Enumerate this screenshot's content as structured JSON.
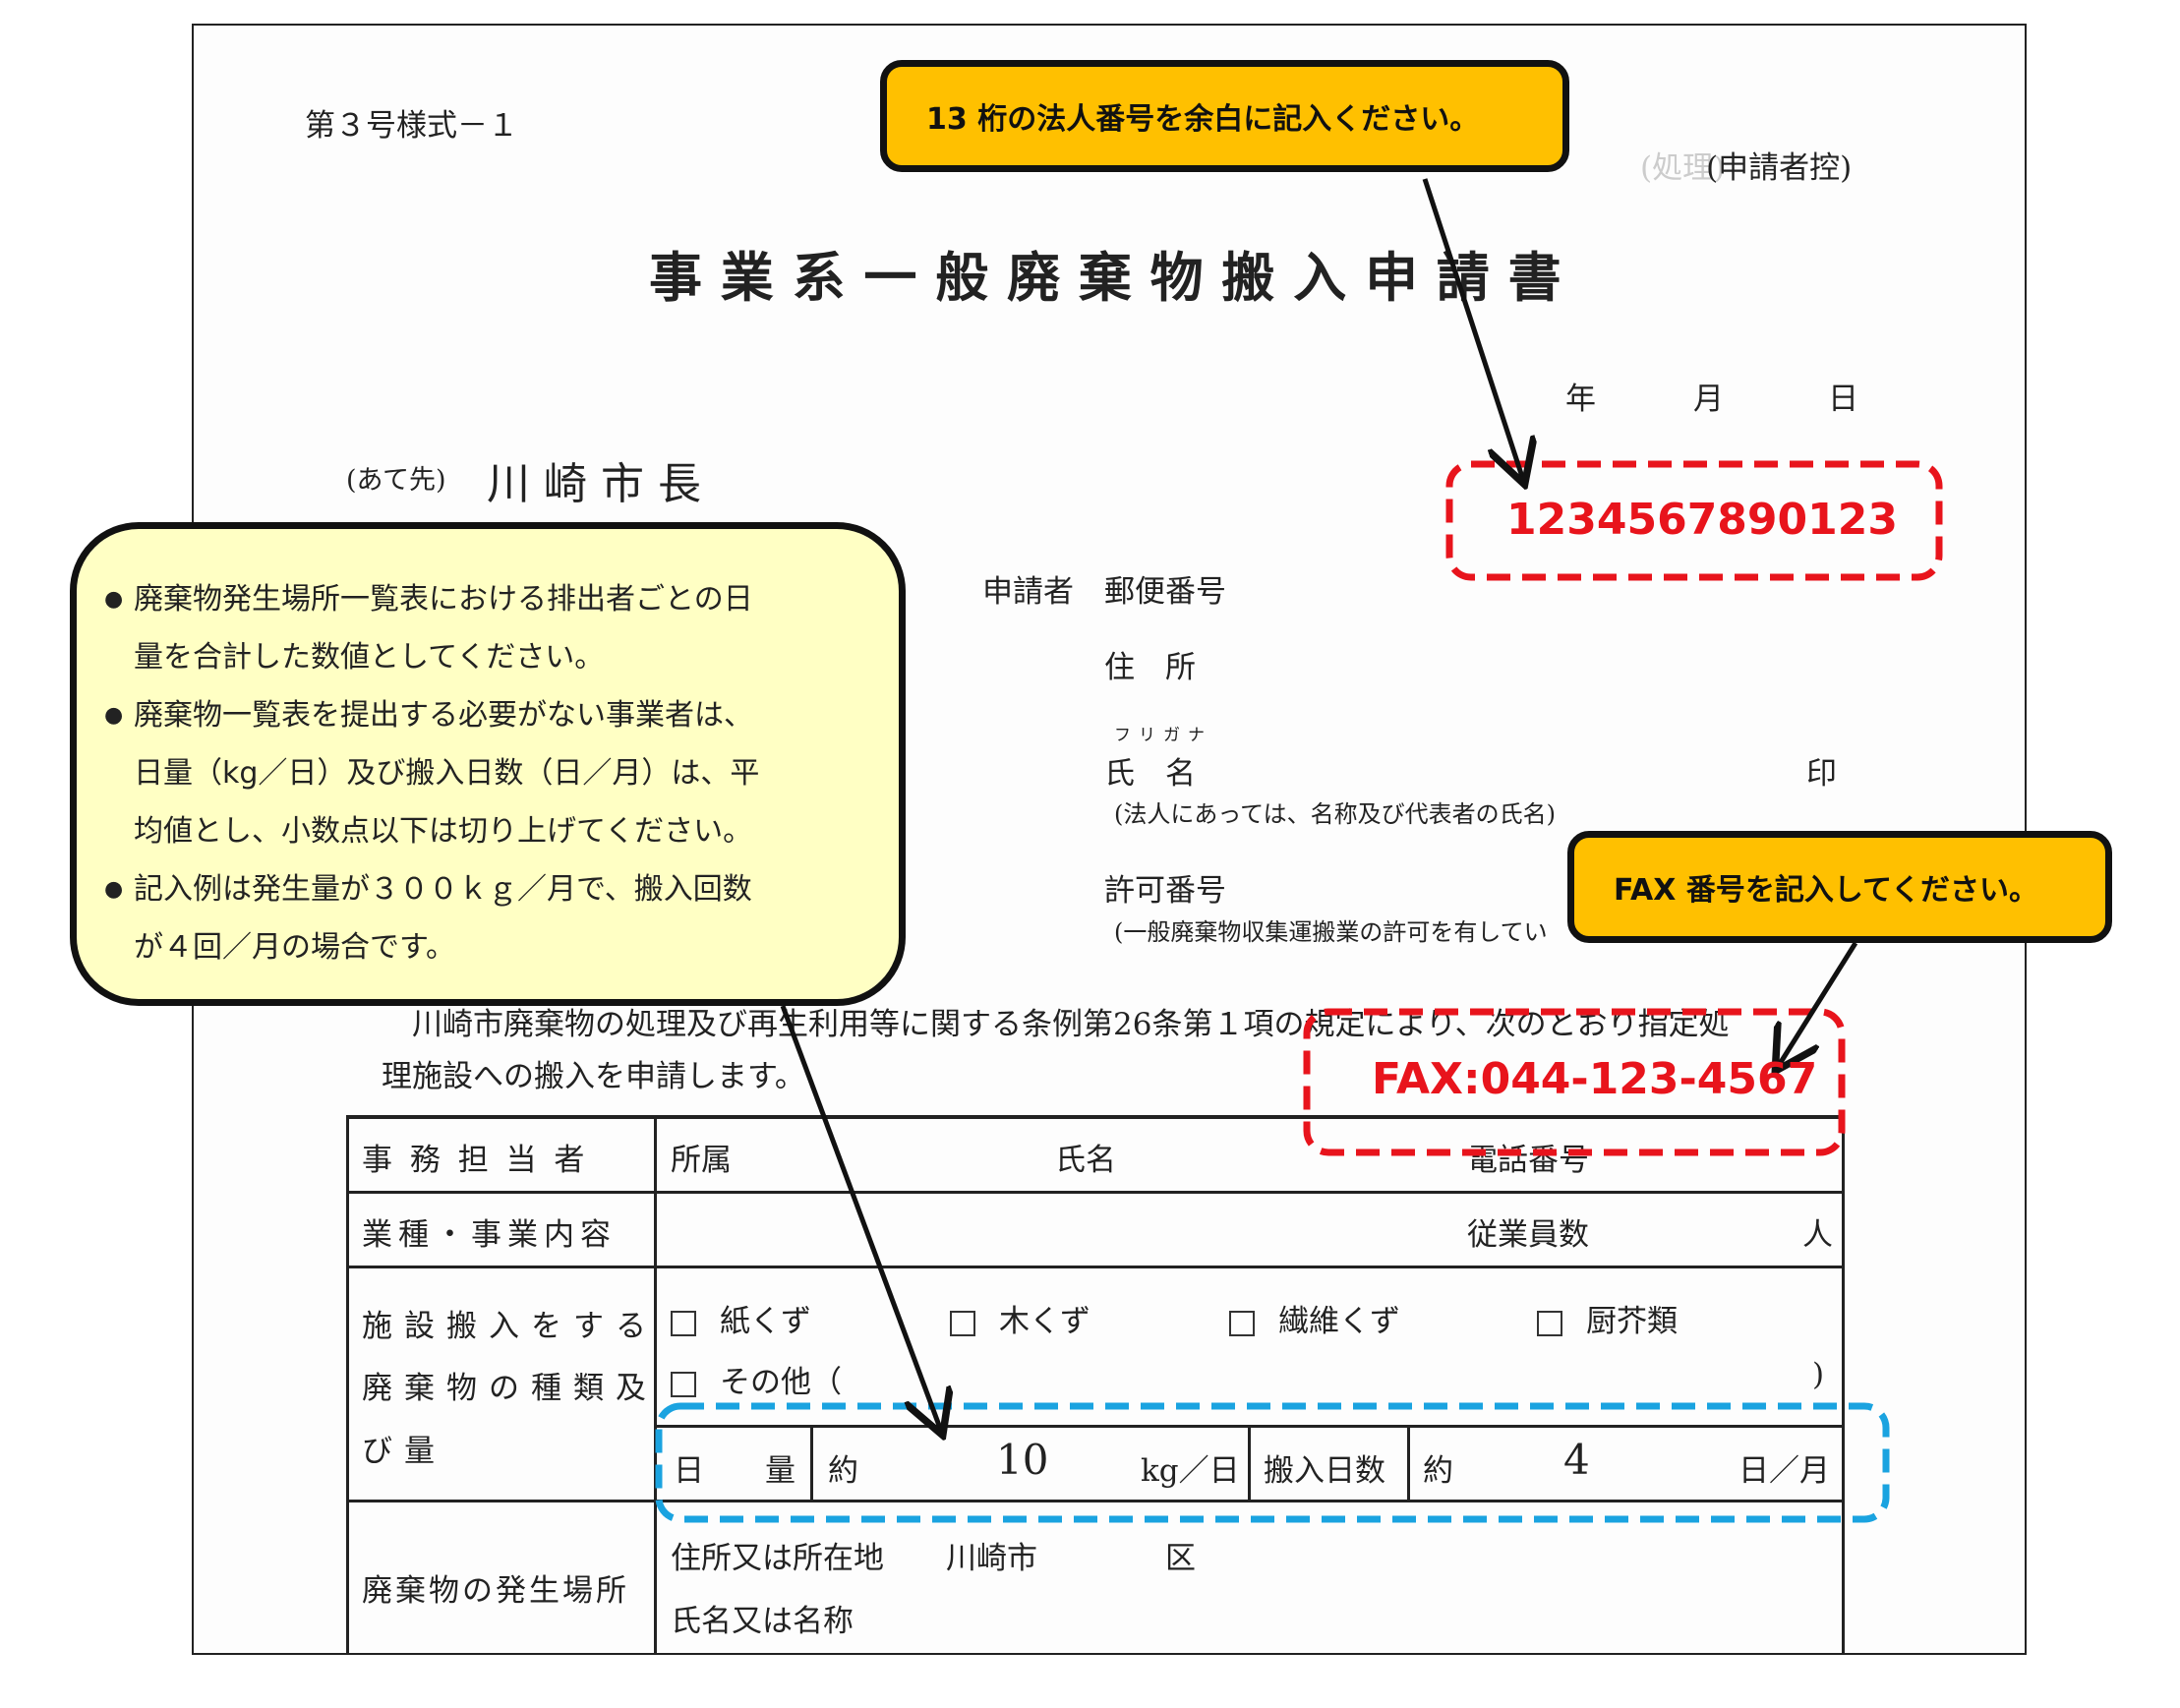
{
  "form": {
    "form_number": "第３号様式－１",
    "copy_label_faded": "(処理)",
    "copy_label": "(申請者控)",
    "title": "事 業 系 一 般 廃 棄 物 搬 入 申 請 書",
    "date": {
      "year": "年",
      "month": "月",
      "day": "日"
    },
    "addressee_prefix": "(あて先)",
    "addressee": "川 崎 市 長",
    "applicant_label": "申請者",
    "postal_label": "郵便番号",
    "address_label": "住　所",
    "furigana_label": "フリガナ",
    "name_label": "氏　名",
    "seal_label": "印",
    "name_note": "(法人にあっては、名称及び代表者の氏名)",
    "permit_label": "許可番号",
    "permit_note": "(一般廃棄物収集運搬業の許可を有してい",
    "paragraph_line1": "川崎市廃棄物の処理及び再生利用等に関する条例第26条第１項の規定により、次のとおり指定処",
    "paragraph_line2": "理施設への搬入を申請します。",
    "table": {
      "row1": {
        "label": "事 務 担 当 者",
        "affiliation": "所属",
        "name": "氏名",
        "phone": "電話番号"
      },
      "row2": {
        "label": "業種・事業内容",
        "employees": "従業員数",
        "employees_unit": "人"
      },
      "row3": {
        "label_lines": [
          "施設搬入をする",
          "廃棄物の種類及",
          "び量"
        ],
        "checkboxes": [
          "紙くず",
          "木くず",
          "繊維くず",
          "厨芥類",
          "その他（"
        ],
        "other_close": ")",
        "daily_label": "日　　量",
        "approx": "約",
        "daily_value": "10",
        "daily_unit": "kg／日",
        "days_label": "搬入日数",
        "days_value": "4",
        "days_unit": "日／月"
      },
      "row4": {
        "label": "廃棄物の発生場所",
        "address_label": "住所又は所在地",
        "city": "川崎市",
        "ward": "区",
        "name_label": "氏名又は名称"
      }
    }
  },
  "annotations": {
    "corp_number_callout": "13 桁の法人番号を余白に記入ください。",
    "corp_number_example": "1234567890123",
    "fax_callout": "FAX 番号を記入してください。",
    "fax_example": "FAX:044-123-4567",
    "notes": [
      "廃棄物発生場所一覧表における排出者ごとの日",
      "量を合計した数値としてください。",
      "廃棄物一覧表を提出する必要がない事業者は、",
      "日量（kg／日）及び搬入日数（日／月）は、平",
      "均値とし、小数点以下は切り上げてください。",
      "記入例は発生量が３００ｋｇ／月で、搬入回数",
      "が４回／月の場合です。"
    ],
    "colors": {
      "callout": "#FFC000",
      "note": "#FFFFC4",
      "red": "#E8141C",
      "blue": "#1AA3E0"
    }
  }
}
